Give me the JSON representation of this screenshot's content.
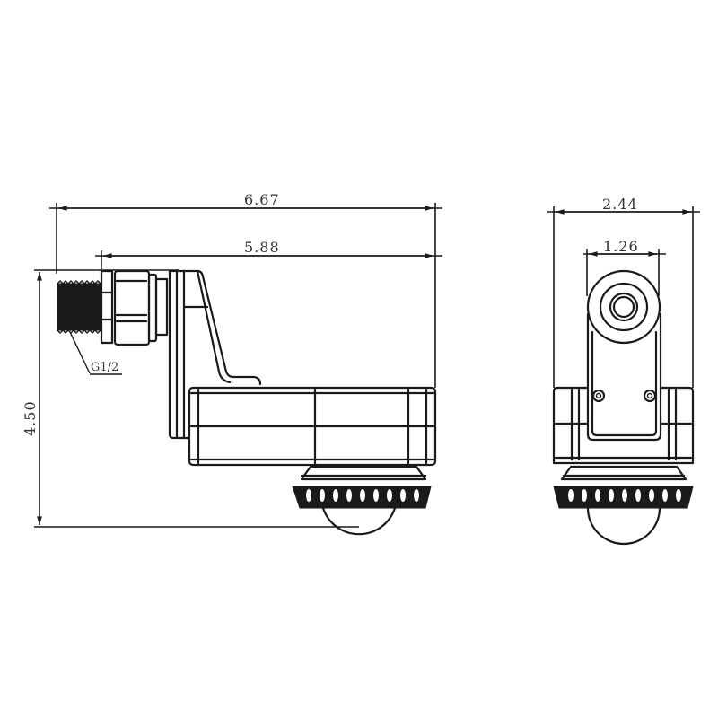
{
  "drawing": {
    "type": "technical-dimension-drawing",
    "subject": "side-mounted float level switch",
    "line_color": "#1a1a1a",
    "background": "#ffffff"
  },
  "side_view": {
    "dimensions": {
      "overall_length": "6.67",
      "body_length": "5.88",
      "overall_height": "4.50"
    },
    "thread_label": "G1/2"
  },
  "end_view": {
    "dimensions": {
      "overall_width": "2.44",
      "bracket_width": "1.26"
    }
  }
}
